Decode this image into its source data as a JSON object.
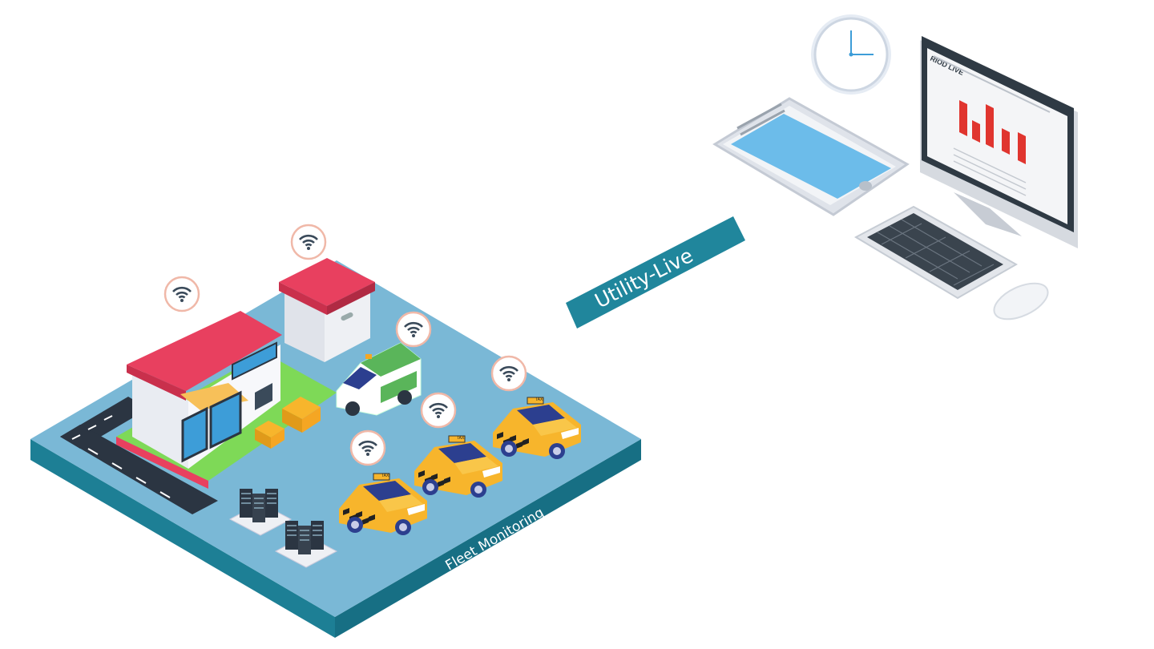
{
  "banner": {
    "label": "Utility-Live"
  },
  "platform": {
    "label": "Fleet Monitoring"
  },
  "monitor": {
    "screen_title": "RIOD LIVE",
    "bars": [
      0.75,
      0.35,
      0.9,
      0.55,
      0.45
    ]
  },
  "taxi": {
    "sign": "TAXI"
  },
  "colors": {
    "platform_top": "#7ab8d6",
    "platform_side": "#1d7f95",
    "banner": "#20869c",
    "roof": "#e8405f",
    "taxi": "#f7b52c",
    "chart_bar": "#e0352f",
    "tablet_screen": "#6cbcea"
  }
}
